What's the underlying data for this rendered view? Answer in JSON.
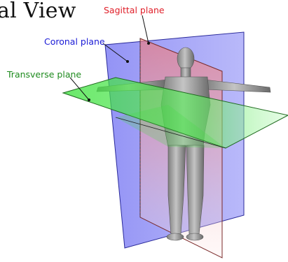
{
  "heading": "al View",
  "labels": {
    "sagittal": "Sagittal plane",
    "coronal": "Coronal plane",
    "transverse": "Transverse plane"
  },
  "colors": {
    "sagittal": "#e0202a",
    "coronal": "#1a1ad6",
    "transverse": "#1d8a1d",
    "sagittal_fill": "#f08a8a",
    "coronal_fill": "#7d7df5",
    "transverse_fill": "#55ee55",
    "body": "#a8a8a8"
  }
}
